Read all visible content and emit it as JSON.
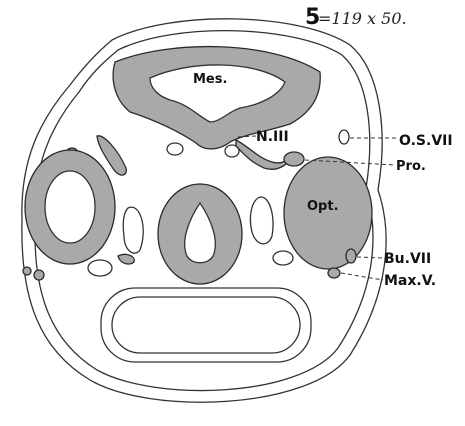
{
  "figure": {
    "number": "5",
    "magnification": "=119 x 50.",
    "labels": {
      "mes": "Mes.",
      "opt": "Opt.",
      "n3": "N.III",
      "os7": "O.S.VII",
      "pro": "Pro.",
      "bu7": "Bu.VII",
      "max5": "Max.V."
    }
  }
}
